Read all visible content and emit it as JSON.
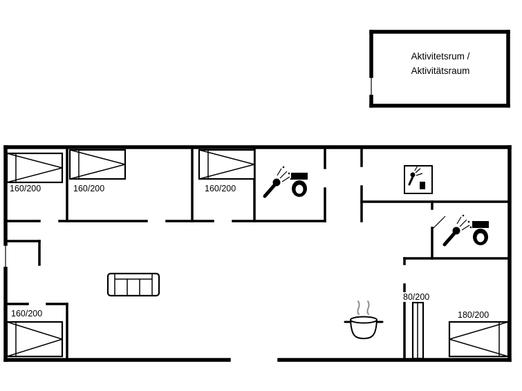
{
  "floorplan": {
    "activity_room": {
      "label_line1": "Aktivitetsrum /",
      "label_line2": "Aktivitätsraum"
    },
    "bed_labels": {
      "top_left": "160/200",
      "top_middle": "160/200",
      "top_right": "160/200",
      "bottom_left": "160/200",
      "bunk": "80/200",
      "bottom_right": "180/200"
    },
    "colors": {
      "wall": "#000000",
      "background": "#ffffff",
      "steam": "#8c8c8c"
    }
  }
}
